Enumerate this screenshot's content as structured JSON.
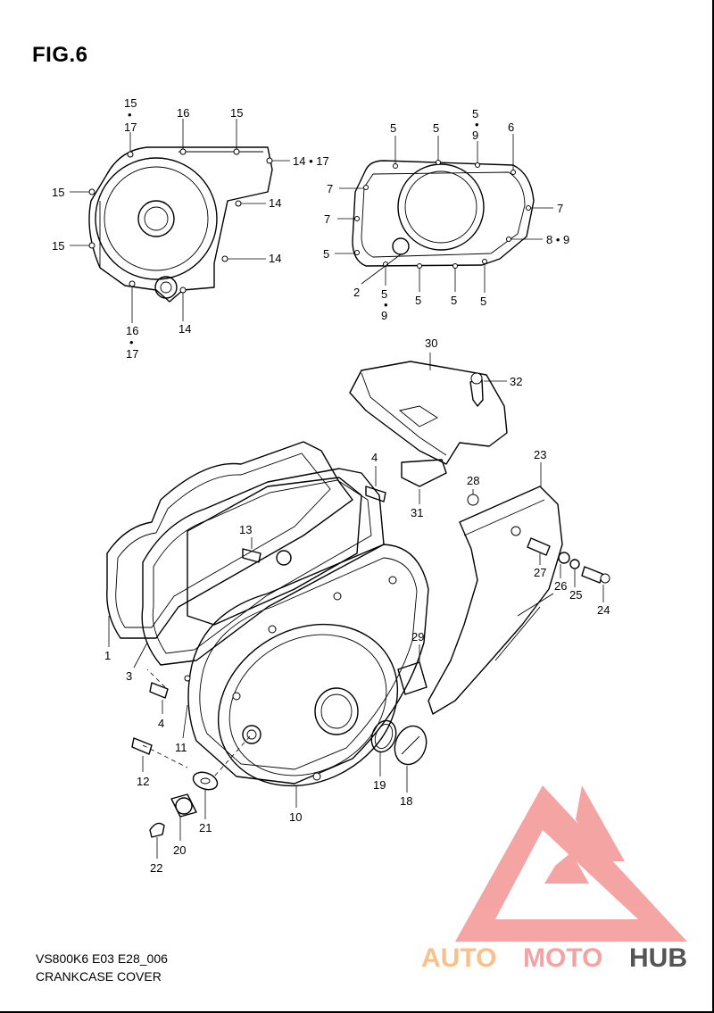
{
  "figure_title": "FIG.6",
  "footer": {
    "code": "VS800K6 E03 E28_006",
    "name": "CRANKCASE COVER"
  },
  "watermark": {
    "part1": "AUTO",
    "part2": "MOTO",
    "part3": "HUB",
    "colors": {
      "auto": "#f9c089",
      "moto": "#f4a3a3",
      "hub": "#555555",
      "triangle": "#f5a0a0"
    }
  },
  "callouts": {
    "c1_15": "15",
    "c1_17": "17",
    "c1_16": "16",
    "c1_15b": "15",
    "c1_1417": "14 • 17",
    "c1_15c": "15",
    "c1_15d": "15",
    "c1_14a": "14",
    "c1_14b": "14",
    "c1_16b": "16",
    "c1_17b": "17",
    "c1_14c": "14",
    "c2_5a": "5",
    "c2_5b": "5",
    "c2_5c": "5",
    "c2_9a": "9",
    "c2_6": "6",
    "c2_7a": "7",
    "c2_7b": "7",
    "c2_7c": "7",
    "c2_89": "8 • 9",
    "c2_5d": "5",
    "c2_2": "2",
    "c2_5e": "5",
    "c2_9b": "9",
    "c2_5f": "5",
    "c2_5g": "5",
    "c2_5h": "5",
    "p30": "30",
    "p32": "32",
    "p31": "31",
    "p4a": "4",
    "p28": "28",
    "p23": "23",
    "p13": "13",
    "p27": "27",
    "p26": "26",
    "p25": "25",
    "p24": "24",
    "p1": "1",
    "p3": "3",
    "p29": "29",
    "p4b": "4",
    "p11": "11",
    "p12": "12",
    "p19": "19",
    "p18": "18",
    "p10": "10",
    "p21": "21",
    "p20": "20",
    "p22": "22"
  }
}
